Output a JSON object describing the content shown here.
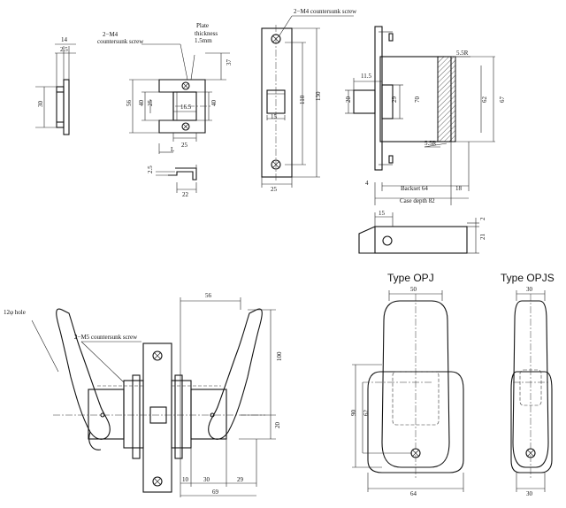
{
  "notes": {
    "m4_left": "2−M4",
    "countersunk_left": "countersunk screw",
    "plate_1": "Plate",
    "plate_2": "thickness",
    "plate_3": "1.5mm",
    "m4_top": "2−M4 countersunk screw",
    "m5": "2−M5 countersunk screw",
    "hole": "12φ hole"
  },
  "headings": {
    "opj": "Type OPJ",
    "opjs": "Type OPJS"
  },
  "dims": {
    "d14": "14",
    "d2_5a": "2.5",
    "d30a": "30",
    "d56a": "56",
    "d40a": "40",
    "d25a": "25",
    "d40b": "40",
    "d16_5": "16.5",
    "d25b": "25",
    "dL": "L",
    "d37": "37",
    "d2_5b": "2.5",
    "d22": "22",
    "d15a": "15",
    "d110": "110",
    "d130": "130",
    "d25c": "25",
    "d11_5": "11.5",
    "d20a": "20",
    "d29": "29",
    "d70": "70",
    "d62a": "62",
    "d67": "67",
    "r5_5a": "5.5R",
    "r5_5b": "5.5R",
    "d4": "4",
    "backset": "Backset 64",
    "d18": "18",
    "casedepth": "Case depth 82",
    "d15b": "15",
    "d2": "2",
    "d21": "21",
    "d56b": "56",
    "d100": "100",
    "d20b": "20",
    "d10": "10",
    "d30b": "30",
    "d29b": "29",
    "d69": "69",
    "d50": "50",
    "d90": "90",
    "d62b": "62",
    "d64": "64",
    "d30c": "30",
    "d30d": "30"
  }
}
